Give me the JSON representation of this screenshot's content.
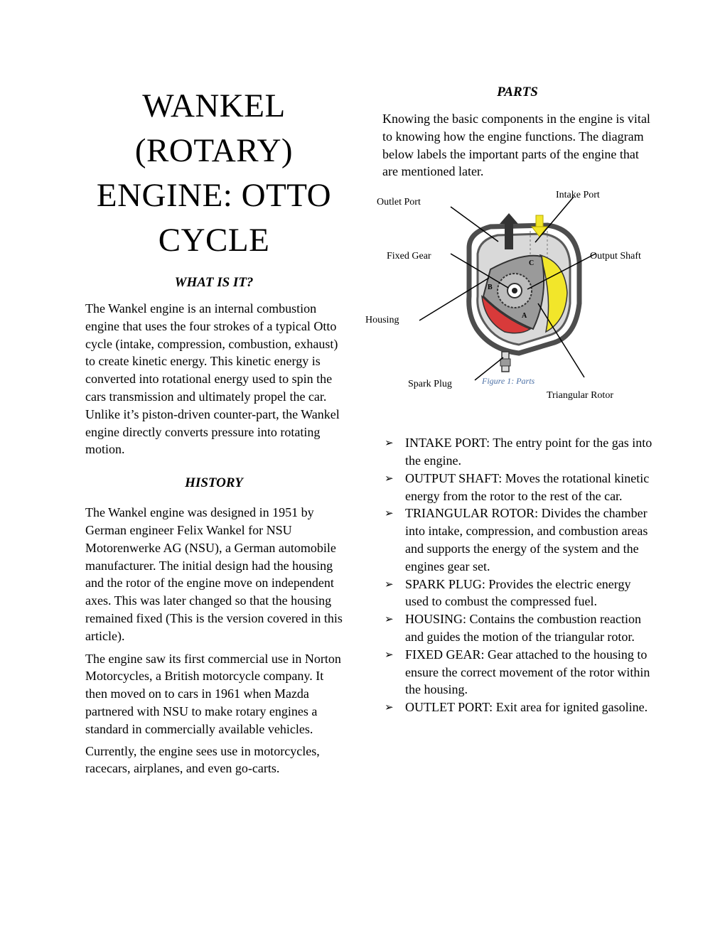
{
  "left": {
    "title_lines": [
      "WANKEL",
      "(ROTARY)",
      "ENGINE: OTTO",
      "CYCLE"
    ],
    "what_heading": "WHAT IS IT?",
    "what_body": "The Wankel engine is an internal combustion engine that uses the four strokes of a typical Otto cycle (intake, compression, combustion, exhaust) to create kinetic energy. This kinetic energy is converted into rotational energy used to spin the cars transmission and ultimately propel the car. Unlike it’s piston-driven counter-part, the Wankel engine directly converts pressure into rotating motion.",
    "history_heading": "HISTORY",
    "history_p1": "The Wankel engine was designed in 1951 by German engineer Felix Wankel for NSU Motorenwerke AG (NSU), a German automobile manufacturer. The initial design had the housing and the rotor of the engine move on independent axes. This was later changed so that the housing remained fixed (This is the version covered in this article).",
    "history_p2": "The engine saw its first commercial use in Norton Motorcycles, a British motorcycle company. It then moved on to cars in 1961 when Mazda partnered with NSU to make rotary engines a standard in commercially available vehicles.",
    "history_p3": "Currently, the engine sees use in motorcycles, racecars, airplanes, and even go-carts."
  },
  "right": {
    "parts_heading": "PARTS",
    "parts_intro": "Knowing the basic components in the engine is vital to knowing how the engine functions. The diagram below labels the important parts of the engine that are mentioned later.",
    "diagram": {
      "labels": {
        "intake_port": "Intake Port",
        "outlet_port": "Outlet Port",
        "fixed_gear": "Fixed Gear",
        "output_shaft": "Output Shaft",
        "housing": "Housing",
        "spark_plug": "Spark Plug",
        "triangular_rotor": "Triangular Rotor",
        "chamber_a": "A",
        "chamber_b": "B",
        "chamber_c": "C"
      },
      "caption": "Figure 1: Parts",
      "colors": {
        "intake_gas": "#f2e62a",
        "combustion": "#d83a3a",
        "housing": "#5a5a5a",
        "rotor": "#8c8c8c"
      }
    },
    "parts_list": [
      "INTAKE PORT: The entry point for the gas into the engine.",
      "OUTPUT SHAFT: Moves the rotational kinetic energy from the rotor to the rest of the car.",
      "TRIANGULAR ROTOR: Divides the chamber into intake, compression, and combustion areas and supports the energy of the system and the engines gear set.",
      "SPARK PLUG: Provides the electric energy used to combust the compressed fuel.",
      "HOUSING: Contains the combustion reaction and guides the motion of the triangular rotor.",
      "FIXED GEAR: Gear attached to the housing to ensure the correct movement of the rotor within the housing.",
      "OUTLET PORT: Exit area for ignited gasoline."
    ],
    "bullet_glyph": "➢"
  }
}
